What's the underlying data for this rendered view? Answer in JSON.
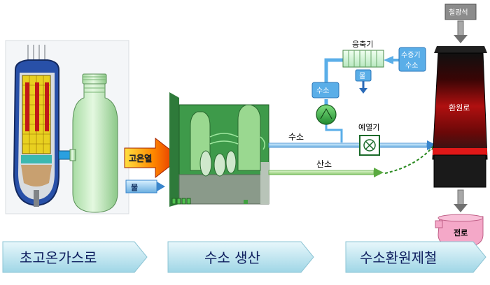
{
  "stages": {
    "reactor": "초고온가스로",
    "hydrogen_production": "수소 생산",
    "steelmaking": "수소환원제철"
  },
  "labels": {
    "high_temp_heat": "고온열",
    "water_in": "물",
    "hydrogen_line": "수소",
    "oxygen_line": "산소",
    "preheater": "예열기",
    "condenser": "응축기",
    "water_out": "물",
    "hydrogen_return": "수소",
    "steam_box_line1": "수증기",
    "steam_box_line2": "수소",
    "iron_ore": "철광석",
    "reduction_furnace": "환원로",
    "electric_furnace": "전로"
  },
  "colors": {
    "flow_blue": "#4a90d0",
    "box_blue": "#5aaee8",
    "reactor_green": "#c8ecc4",
    "plant_green": "#3e9a4a",
    "oxygen_green": "#8fd070",
    "furnace_red": "#c01010",
    "furnace_pink": "#f09ab8",
    "ore_gray": "#909090",
    "stage_banner": "#bfe6f0"
  },
  "icons": {
    "circulator": "pump-circle-icon",
    "preheater": "heat-exchanger-icon",
    "condenser": "condenser-icon"
  }
}
